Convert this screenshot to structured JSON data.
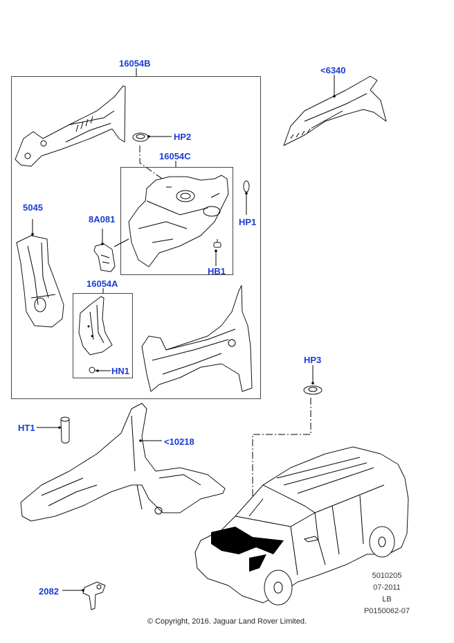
{
  "diagram": {
    "callouts": {
      "c16054B": "16054B",
      "c6340": "<6340",
      "hp2": "HP2",
      "c16054C": "16054C",
      "c5045": "5045",
      "c8A081": "8A081",
      "hp1": "HP1",
      "hb1": "HB1",
      "c16054A": "16054A",
      "hn1": "HN1",
      "hp3": "HP3",
      "ht1": "HT1",
      "c10218": "<10218",
      "c2082": "2082"
    },
    "label_color": "#1a3bd6"
  },
  "meta": {
    "ref_number": "5010205",
    "date": "07-2011",
    "code": "LB",
    "illustration_id": "P0150062-07"
  },
  "footer": {
    "copyright": "© Copyright, 2016. Jaguar Land Rover Limited."
  }
}
